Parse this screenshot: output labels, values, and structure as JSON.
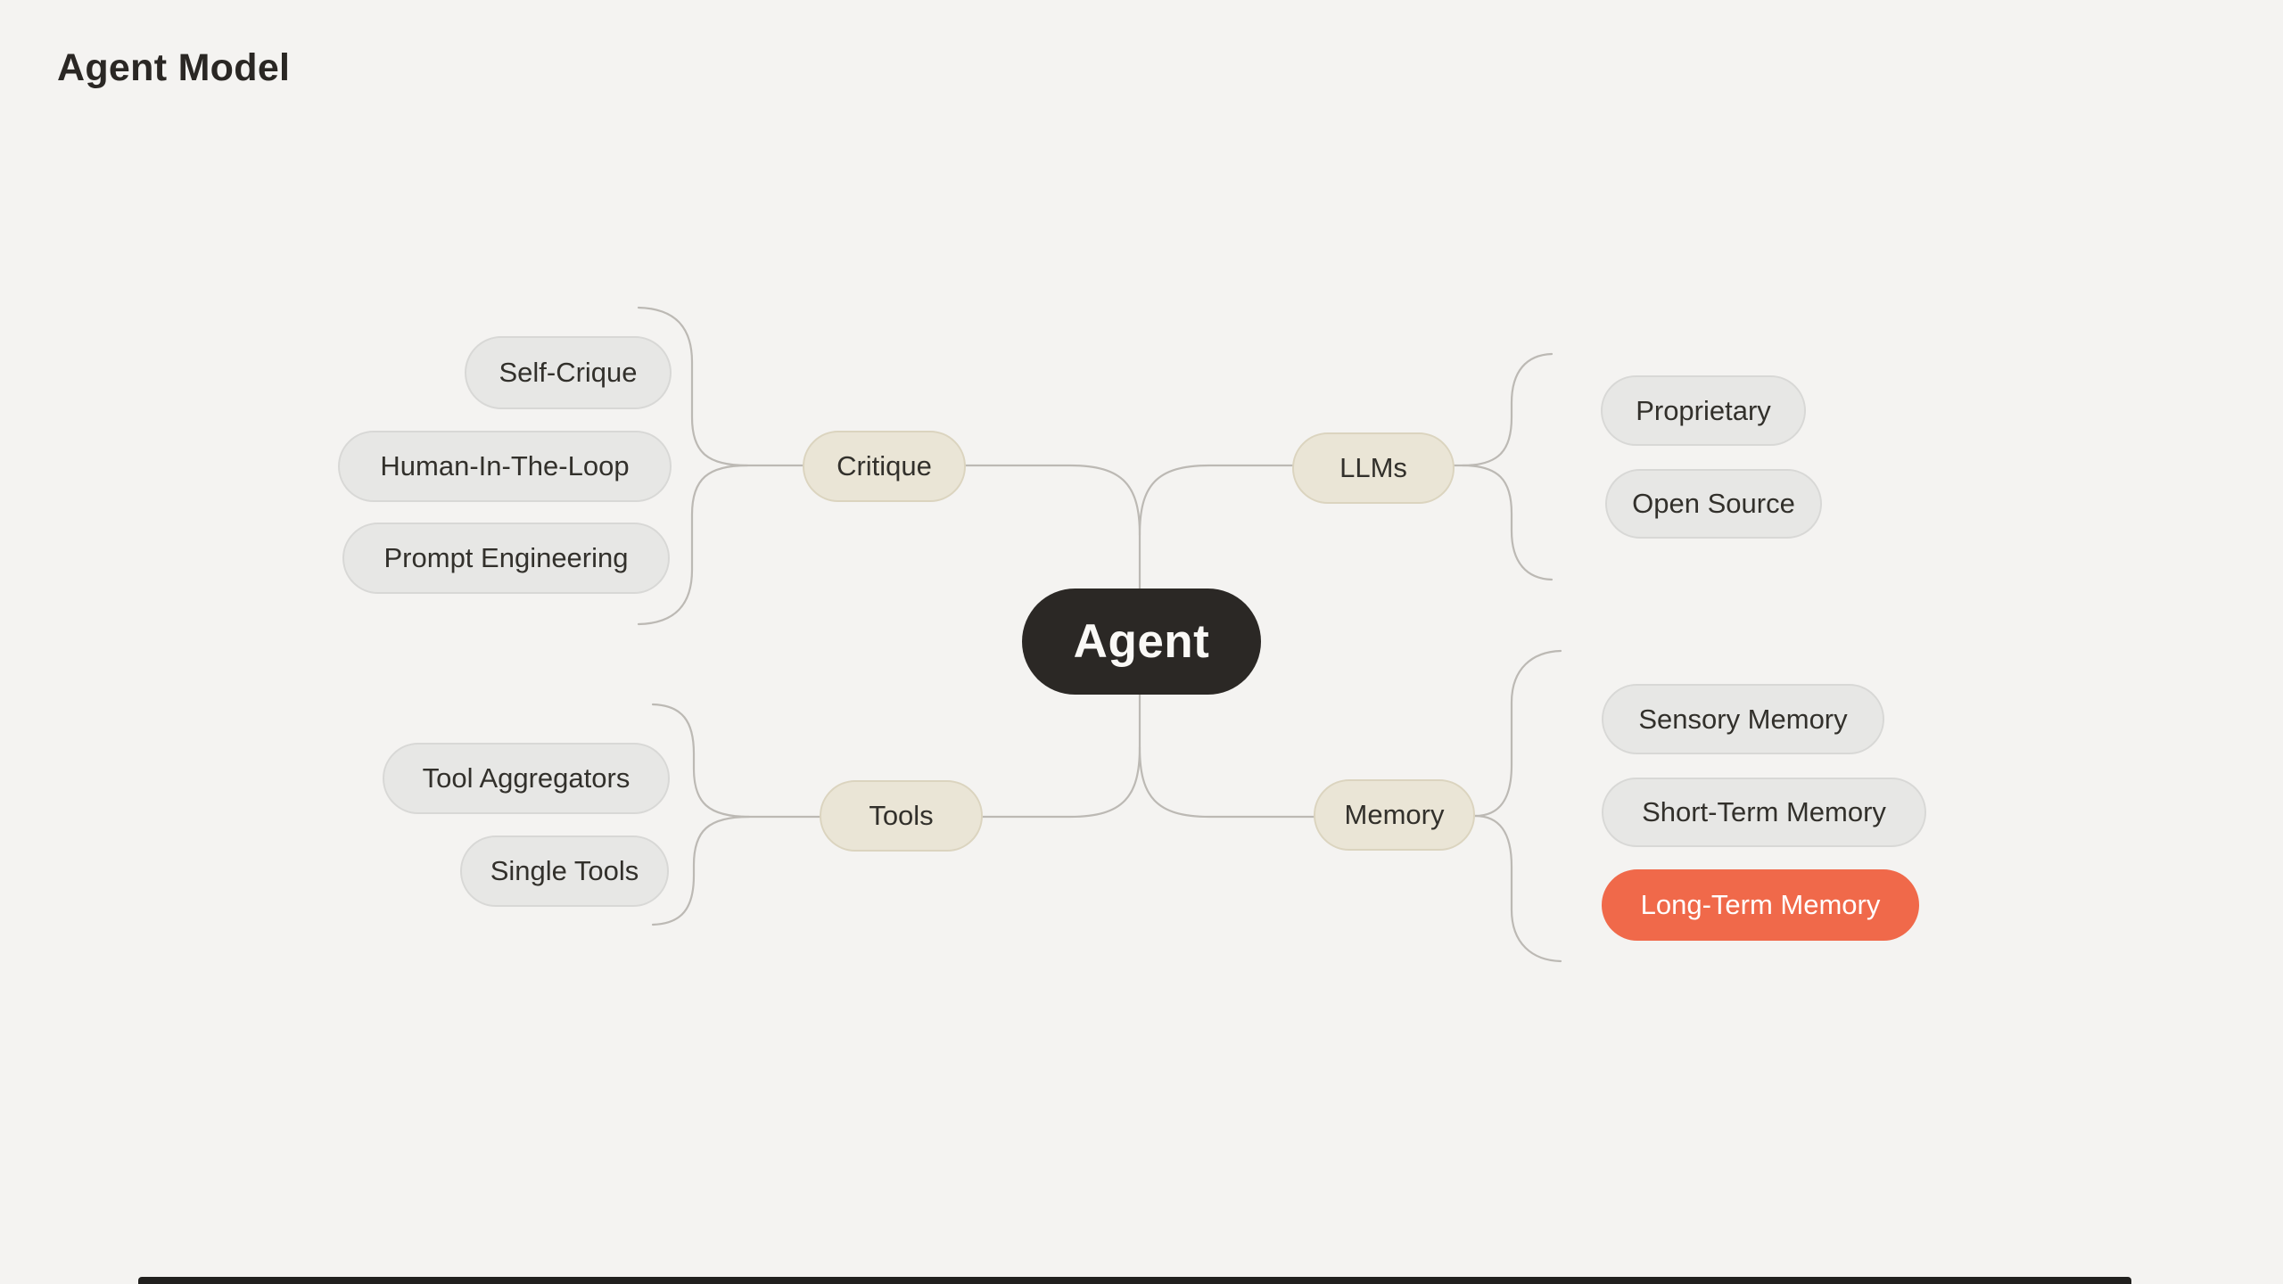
{
  "page": {
    "title": "Agent Model",
    "background_color": "#f4f3f1",
    "connector_color": "#bcb9b4"
  },
  "mindmap": {
    "root": {
      "label": "Agent",
      "fill_color": "#2b2825",
      "text_color": "#faf9f6"
    },
    "branch_fill_color": "#eae5d6",
    "leaf_fill_color": "#e7e7e5",
    "accent_fill_color": "#f0694a",
    "branches": [
      {
        "label": "Critique",
        "side": "top-left",
        "children": [
          {
            "label": "Self-Crique",
            "highlighted": false
          },
          {
            "label": "Human-In-The-Loop",
            "highlighted": false
          },
          {
            "label": "Prompt Engineering",
            "highlighted": false
          }
        ]
      },
      {
        "label": "LLMs",
        "side": "top-right",
        "children": [
          {
            "label": "Proprietary",
            "highlighted": false
          },
          {
            "label": "Open Source",
            "highlighted": false
          }
        ]
      },
      {
        "label": "Tools",
        "side": "bottom-left",
        "children": [
          {
            "label": "Tool Aggregators",
            "highlighted": false
          },
          {
            "label": "Single Tools",
            "highlighted": false
          }
        ]
      },
      {
        "label": "Memory",
        "side": "bottom-right",
        "children": [
          {
            "label": "Sensory Memory",
            "highlighted": false
          },
          {
            "label": "Short-Term Memory",
            "highlighted": false
          },
          {
            "label": "Long-Term Memory",
            "highlighted": true
          }
        ]
      }
    ]
  }
}
